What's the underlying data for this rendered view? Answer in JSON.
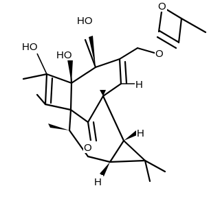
{
  "molecule": {
    "atoms": {
      "oh_c9": "HO",
      "oh_c4": "HO",
      "oh_c20": "HO",
      "o_ether": "O",
      "o_acyl": "O",
      "o_ketone": "O",
      "h_c8": "H",
      "h_c14": "H",
      "h_c13": "H"
    }
  }
}
